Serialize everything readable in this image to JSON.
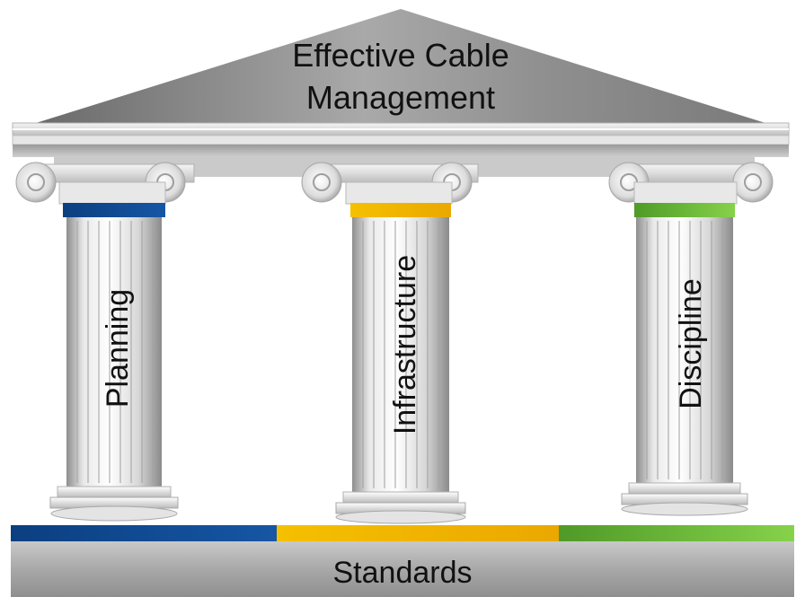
{
  "roof": {
    "title_line1": "Effective Cable",
    "title_line2": "Management"
  },
  "pillars": [
    {
      "label": "Planning",
      "band_color": "#0d4a94"
    },
    {
      "label": "Infrastructure",
      "band_color": "#f2b400"
    },
    {
      "label": "Discipline",
      "band_color": "#6cc62e"
    }
  ],
  "foundation": {
    "label": "Standards",
    "stripe_colors": [
      "#0d4a94",
      "#f2b400",
      "#6cc62e"
    ]
  }
}
